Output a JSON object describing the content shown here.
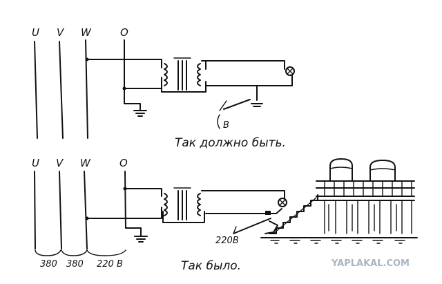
{
  "top_diagram": {
    "phase_labels": [
      "U",
      "V",
      "W",
      "O"
    ],
    "switch_label": "B",
    "caption": "Так должно быть."
  },
  "bottom_diagram": {
    "phase_labels": [
      "U",
      "V",
      "W",
      "O"
    ],
    "voltage_labels": [
      "380",
      "380",
      "220 B"
    ],
    "switch_voltage_label": "220B",
    "caption": "Так было."
  },
  "watermark": "YAPLAKAL.COM"
}
